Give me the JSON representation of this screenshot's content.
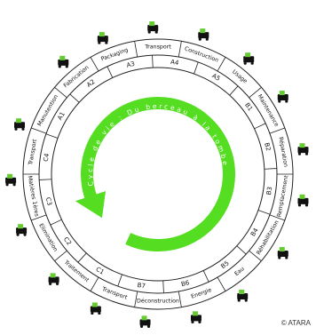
{
  "colors": {
    "accent": "#55dd22",
    "dark": "#111111",
    "ring_line": "#222222",
    "ring_fill": "#ffffff",
    "icon_green": "#66cc33"
  },
  "cycle_phrase": "Cycle de vie : Du berceau à la tombe",
  "phases": [
    {
      "label": "Fabrication"
    },
    {
      "label": "Packaging"
    },
    {
      "label": "Transport"
    },
    {
      "label": "Construction"
    },
    {
      "label": "Usage"
    },
    {
      "label": "Maintenance"
    },
    {
      "label": "Réparation"
    },
    {
      "label": "Remplacement"
    },
    {
      "label": "Réhabilitation"
    },
    {
      "label": "Eau"
    },
    {
      "label": "Energie"
    },
    {
      "label": "Déconstruction"
    },
    {
      "label": "Transport"
    },
    {
      "label": "Traitement"
    },
    {
      "label": "Elimination"
    },
    {
      "label": "Matières 1ères"
    },
    {
      "label": "Transport"
    },
    {
      "label": "Manutention"
    }
  ],
  "codes": [
    "A3",
    "A4",
    "A5",
    "B1",
    "B2",
    "B3",
    "B4",
    "B5",
    "B6",
    "B7",
    "C1",
    "C2",
    "C3",
    "C4",
    "A1",
    "A2"
  ],
  "icons": [
    "factory-icon",
    "packaging-icon",
    "truck-icon",
    "crane-icon",
    "building-icon",
    "tools-icon",
    "wrench-icon",
    "recycle-box-icon",
    "water-faucet-icon",
    "energy-plug-icon",
    "excavator-icon",
    "dump-truck-icon",
    "landfill-icon",
    "lorry-icon",
    "mining-icon",
    "truck-icon",
    "forklift-icon"
  ],
  "copyright": "© ATARA"
}
